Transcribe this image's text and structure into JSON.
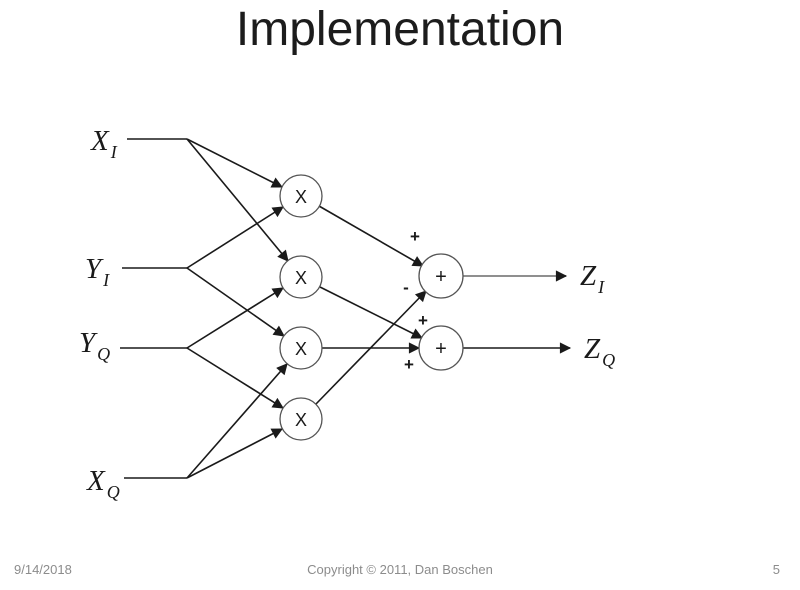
{
  "slide": {
    "title": "Implementation",
    "footer": {
      "date": "9/14/2018",
      "copyright": "Copyright © 2011, Dan Boschen",
      "page": "5"
    }
  },
  "diagram": {
    "description": "Complex multiplier block diagram: four multipliers and two adders computing ZI = XI*YI - XQ*YQ and ZQ = XI*YQ + XQ*YI",
    "inputs": [
      {
        "id": "xi",
        "main": "X",
        "sub": "I"
      },
      {
        "id": "yi",
        "main": "Y",
        "sub": "I"
      },
      {
        "id": "yq",
        "main": "Y",
        "sub": "Q"
      },
      {
        "id": "xq",
        "main": "X",
        "sub": "Q"
      }
    ],
    "outputs": [
      {
        "id": "zi",
        "main": "Z",
        "sub": "I"
      },
      {
        "id": "zq",
        "main": "Z",
        "sub": "Q"
      }
    ],
    "multiplier_label": "X",
    "adder_label": "+",
    "signs": {
      "adder1_top": "+",
      "adder1_bottom": "-",
      "adder2_top": "+",
      "adder2_bottom": "+"
    }
  },
  "colors": {
    "background": "#ffffff",
    "title_text": "#1c1c1c",
    "diagram_line": "#1a1a1a",
    "circle_stroke": "#555555",
    "gray_output_line": "#8f8f8f",
    "footer_text": "#8c8c8c"
  }
}
